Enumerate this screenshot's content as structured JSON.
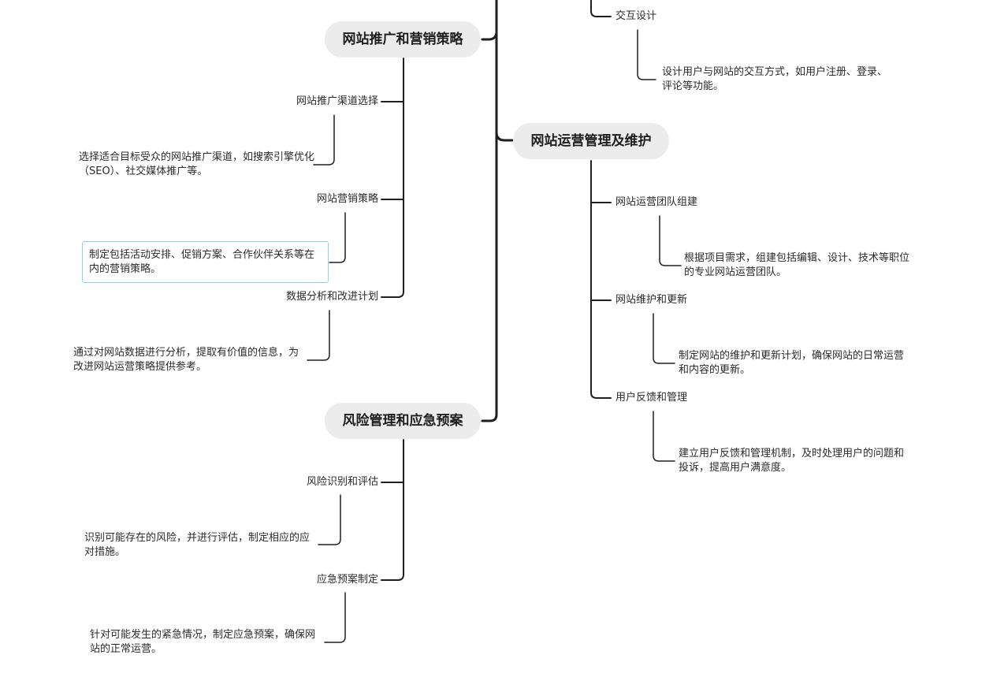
{
  "left_branch": {
    "topic_promotion": "网站推广和营销策略",
    "promotion_items": [
      {
        "label": "网站推广渠道选择",
        "detail": "选择适合目标受众的网站推广渠道，如搜索引擎优化（SEO）、社交媒体推广等。"
      },
      {
        "label": "网站营销策略",
        "detail": "制定包括活动安排、促销方案、合作伙伴关系等在内的营销策略。"
      },
      {
        "label": "数据分析和改进计划",
        "detail": "通过对网站数据进行分析，提取有价值的信息，为改进网站运营策略提供参考。"
      }
    ],
    "topic_risk": "风险管理和应急预案",
    "risk_items": [
      {
        "label": "风险识别和评估",
        "detail": "识别可能存在的风险，并进行评估，制定相应的应对措施。"
      },
      {
        "label": "应急预案制定",
        "detail": "针对可能发生的紧急情况，制定应急预案，确保网站的正常运营。"
      }
    ]
  },
  "right_branch": {
    "design_item": {
      "label": "交互设计",
      "detail": "设计用户与网站的交互方式，如用户注册、登录、评论等功能。"
    },
    "topic_operation": "网站运营管理及维护",
    "operation_items": [
      {
        "label": "网站运营团队组建",
        "detail": "根据项目需求，组建包括编辑、设计、技术等职位的专业网站运营团队。"
      },
      {
        "label": "网站维护和更新",
        "detail": "制定网站的维护和更新计划，确保网站的日常运营和内容的更新。"
      },
      {
        "label": "用户反馈和管理",
        "detail": "建立用户反馈和管理机制，及时处理用户的问题和投诉，提高用户满意度。"
      }
    ]
  },
  "colors": {
    "connector": "#1f1f1f",
    "topic_fill": "#ececec",
    "selection_border": "#8fd0ee"
  }
}
